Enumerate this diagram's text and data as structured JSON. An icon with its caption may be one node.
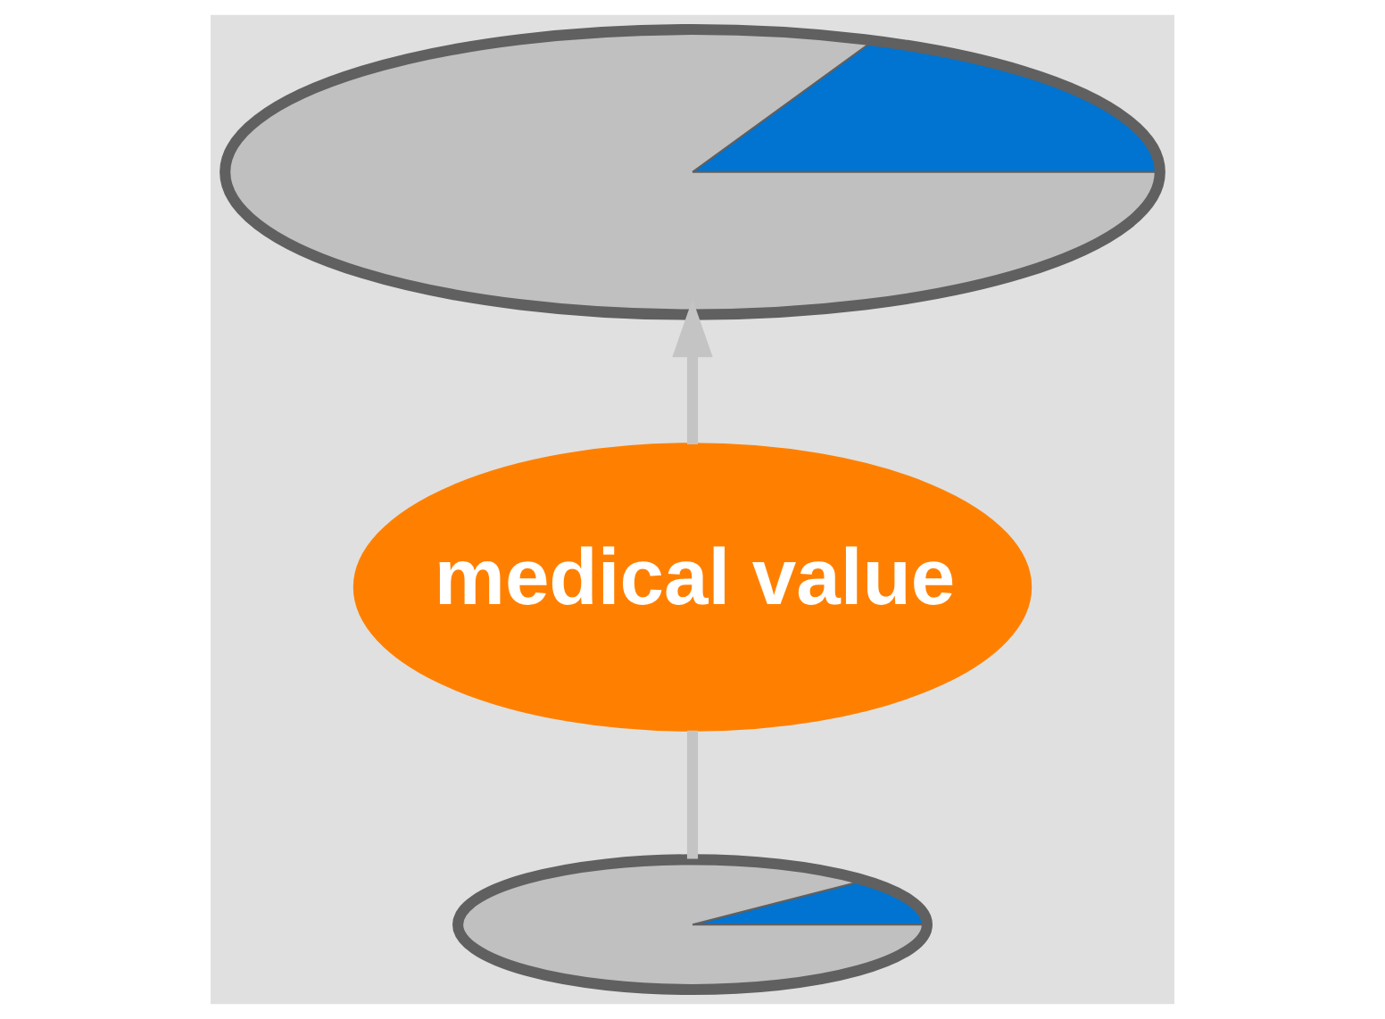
{
  "diagram": {
    "nodes": [
      {
        "text": [],
        "shape": "pie"
      },
      {
        "text": [],
        "shape": "pie"
      },
      {
        "text": [
          "medical value"
        ]
      }
    ],
    "edges": [
      {
        "from": 1,
        "to": 2,
        "arrow": "none"
      },
      {
        "from": 2,
        "to": 0,
        "arrow": "to"
      }
    ]
  }
}
